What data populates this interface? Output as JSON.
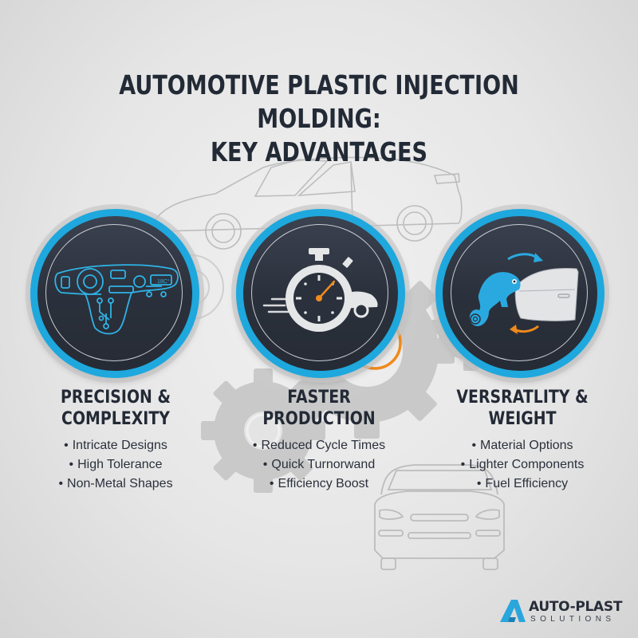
{
  "title": {
    "line1": "AUTOMOTIVE PLASTIC INJECTION MOLDING:",
    "line2": "KEY ADVANTAGES"
  },
  "colors": {
    "accent_blue": "#1ea8dd",
    "accent_orange": "#f08a1c",
    "medallion_dark": "#2b313c",
    "text_dark": "#222a36",
    "background": "#e6e6e6"
  },
  "columns": [
    {
      "icon": "dashboard-circuit-icon",
      "heading_line1": "PRECISION &",
      "heading_line2": "COMPLEXITY",
      "bullets": [
        "Intricate Designs",
        "High Tolerance",
        "Non-Metal Shapes"
      ]
    },
    {
      "icon": "stopwatch-car-icon",
      "heading_line1": "FASTER",
      "heading_line2": "PRODUCTION",
      "bullets": [
        "Reduced Cycle Times",
        "Quick Turnorwand",
        "Efficiency Boost"
      ]
    },
    {
      "icon": "chameleon-door-icon",
      "heading_line1": "VERSRATLITY &",
      "heading_line2": "WEIGHT",
      "bullets": [
        "Material Options",
        "Lighter Components",
        "Fuel Efficiency"
      ]
    }
  ],
  "dashboard_display_text": "18C°",
  "logo": {
    "name": "AUTO-PLAST",
    "sub": "SOLUTIONS"
  }
}
